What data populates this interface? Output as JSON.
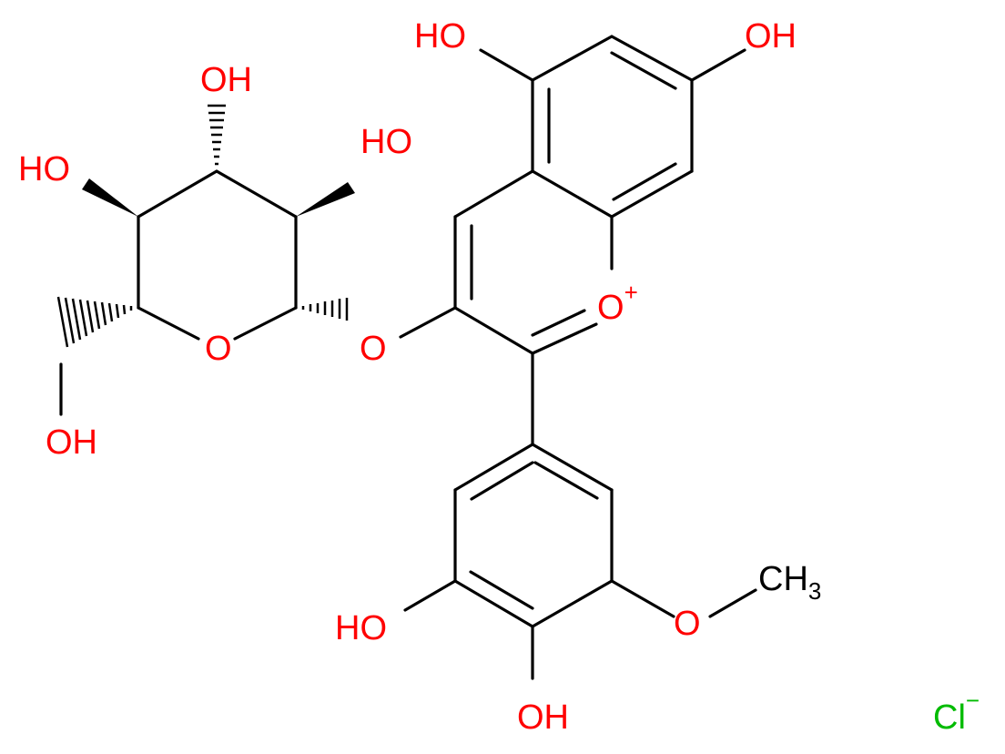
{
  "molecule": {
    "labels": {
      "oh_5": "HO",
      "oh_7": "OH",
      "oh_sugar_top": "OH",
      "oh_sugar_left": "HO",
      "oh_sugar_right": "HO",
      "ring_o_sugar": "O",
      "glycosidic_o": "O",
      "pyrylium_o": "O",
      "pyrylium_charge": "+",
      "oh_ch2": "OH",
      "methoxy_o": "O",
      "methyl": "CH",
      "methyl_sub": "3",
      "oh_3prime": "HO",
      "oh_4prime": "OH",
      "chloride": "Cl",
      "chloride_charge": "−"
    },
    "colors": {
      "oxygen": "#ff0000",
      "chlorine": "#00bb00",
      "carbon": "#000000"
    }
  }
}
